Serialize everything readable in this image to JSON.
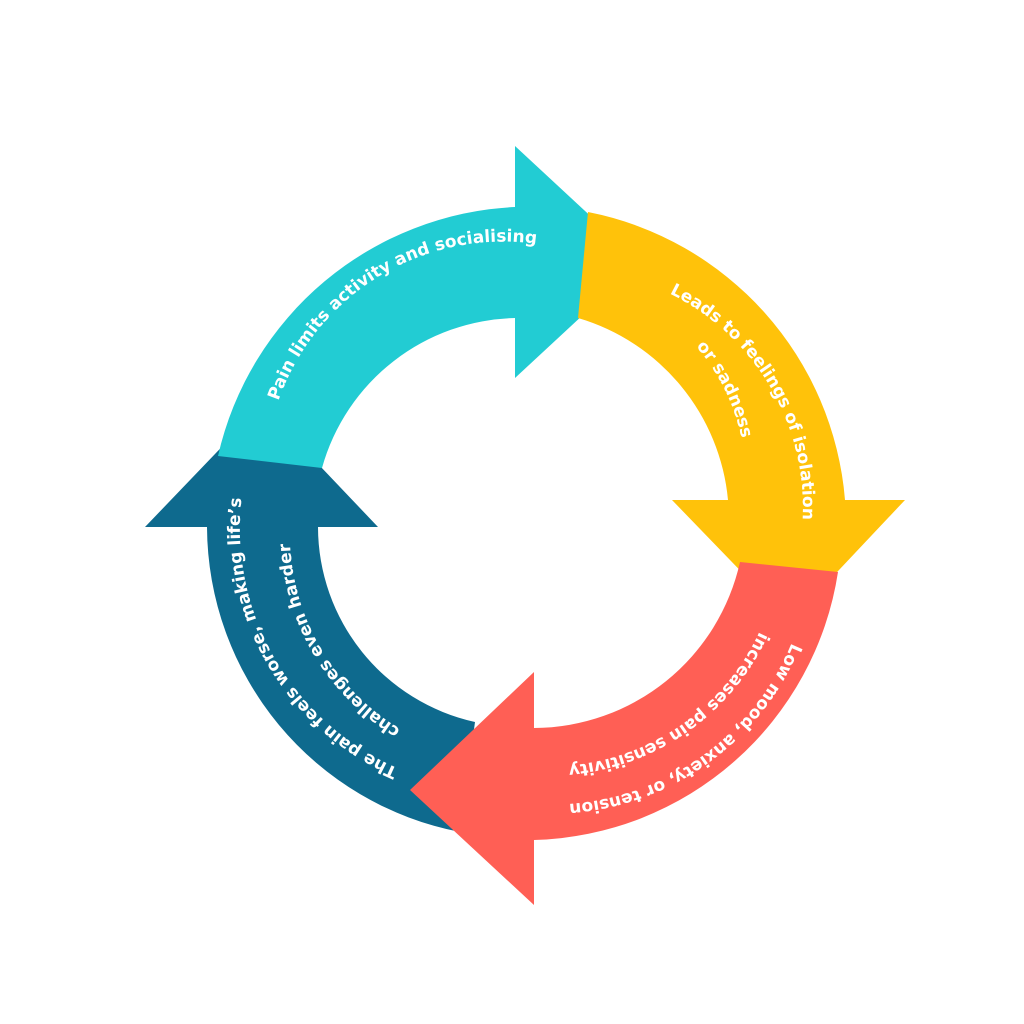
{
  "colors": {
    "teal": "#22CCD3",
    "yellow": "#FFC20A",
    "coral": "#FF5F55",
    "navy": "#0E6A8E",
    "text": "#FFFFFF",
    "background": "#FFFFFF"
  },
  "cycle": {
    "steps": [
      {
        "id": "activity",
        "color_key": "teal",
        "lines": [
          "Pain limits activity and socialising"
        ]
      },
      {
        "id": "isolation",
        "color_key": "yellow",
        "lines": [
          "Leads to feelings of isolation",
          "or sadness"
        ]
      },
      {
        "id": "mood",
        "color_key": "coral",
        "lines": [
          "Low mood, anxiety, or tension",
          "increases pain sensitivity"
        ]
      },
      {
        "id": "pain",
        "color_key": "navy",
        "lines": [
          "The pain feels worse, making life’s",
          "challenges even harder"
        ]
      }
    ]
  }
}
